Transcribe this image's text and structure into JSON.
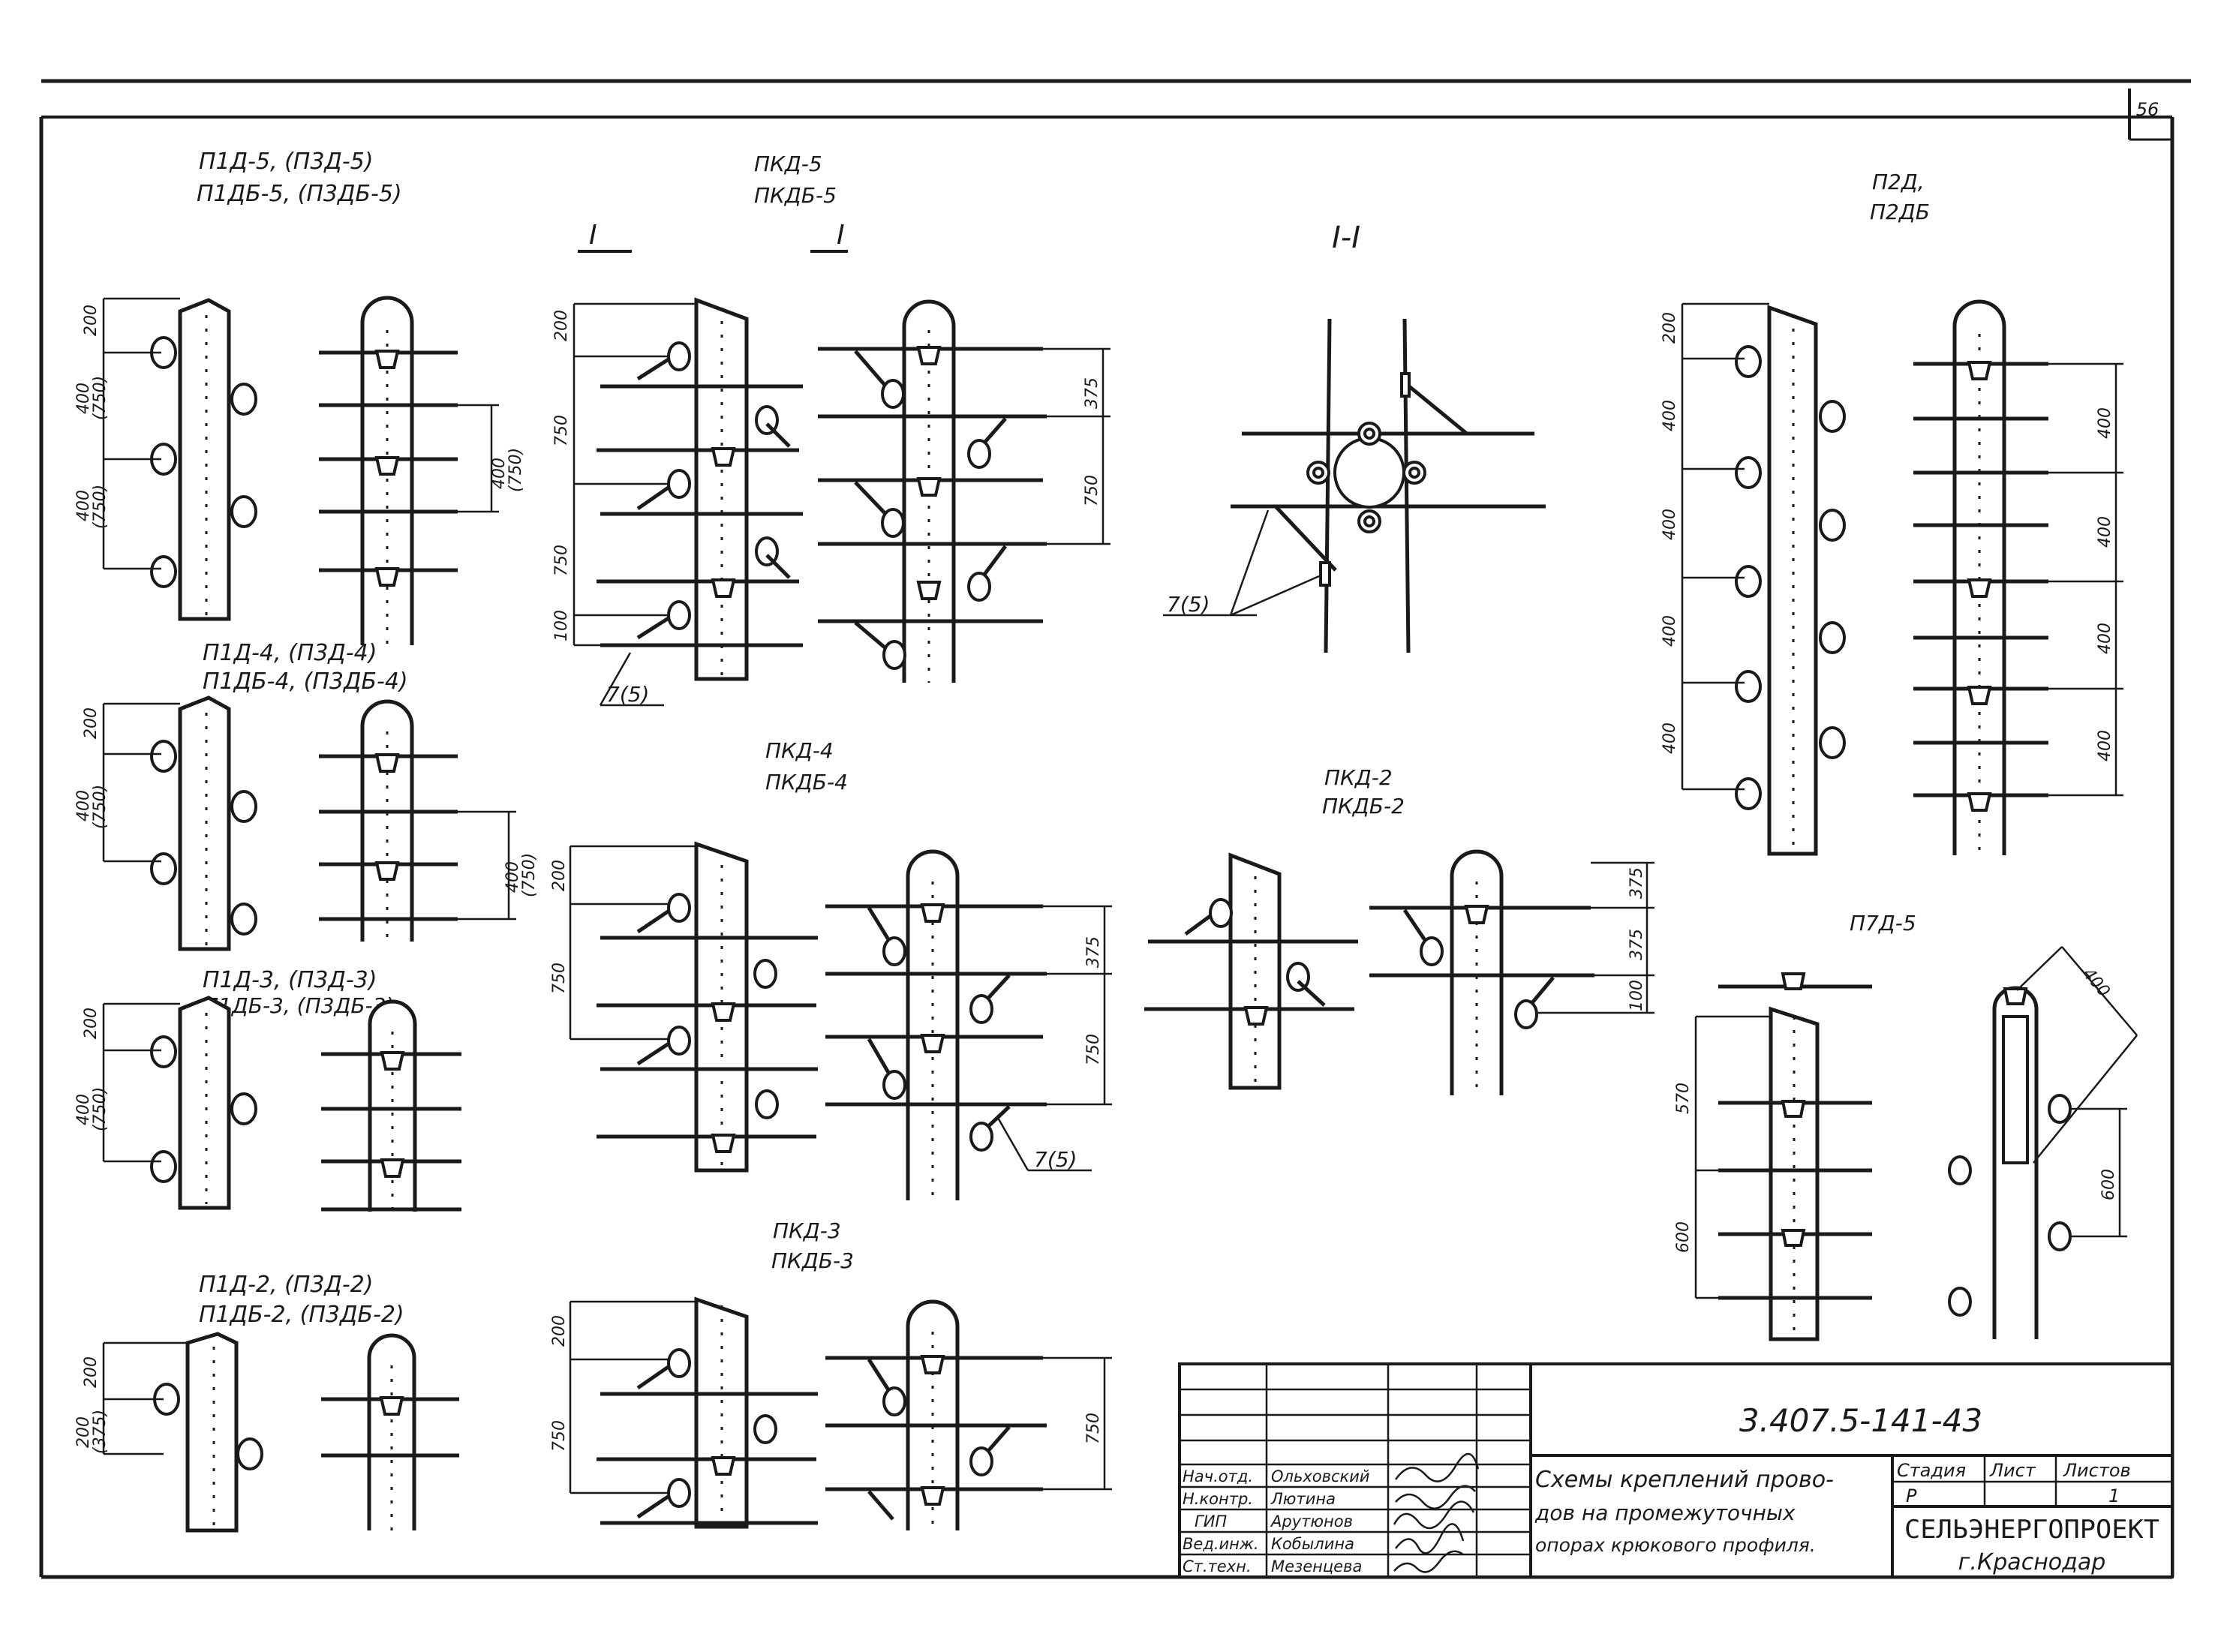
{
  "sheet_number": "56",
  "document_code": "3.407.5-141-43",
  "title_lines": [
    "Схемы креплений прово-",
    "дов на промежуточных",
    "опорах крюкового профиля."
  ],
  "organization": "СЕЛЬЭНЕРГОПРОЕКТ",
  "city": "г.Краснодар",
  "stage_block": {
    "headers": [
      "Стадия",
      "Лист",
      "Листов"
    ],
    "values": [
      "Р",
      "",
      "1"
    ]
  },
  "signatures": [
    {
      "role": "Нач.отд.",
      "name": "Ольховский"
    },
    {
      "role": "Н.контр.",
      "name": "Лютина"
    },
    {
      "role": "ГИП",
      "name": "Арутюнов"
    },
    {
      "role": "Вед.инж.",
      "name": "Кобылина"
    },
    {
      "role": "Ст.техн.",
      "name": "Мезенцева"
    }
  ],
  "labels": {
    "p1d5_a": "П1Д-5, (П3Д-5)",
    "p1d5_b": "П1ДБ-5, (П3ДБ-5)",
    "p1d4_a": "П1Д-4, (П3Д-4)",
    "p1d4_b": "П1ДБ-4, (П3ДБ-4)",
    "p1d3_a": "П1Д-3, (П3Д-3)",
    "p1d3_b": "П1ДБ-3, (П3ДБ-3)",
    "p1d2_a": "П1Д-2, (П3Д-2)",
    "p1d2_b": "П1ДБ-2, (П3ДБ-2)",
    "pkd5_a": "ПКД-5",
    "pkd5_b": "ПКДБ-5",
    "pkd4_a": "ПКД-4",
    "pkd4_b": "ПКДБ-4",
    "pkd3_a": "ПКД-3",
    "pkd3_b": "ПКДБ-3",
    "pkd2_a": "ПКД-2",
    "pkd2_b": "ПКДБ-2",
    "p2d_a": "П2Д,",
    "p2d_b": "П2ДБ",
    "p7d5": "П7Д-5",
    "section_left": "I",
    "section_right": "I",
    "section_title": "I-I",
    "callout": "7(5)"
  },
  "dimensions": {
    "d200": "200",
    "d400": "400",
    "d750p": "(750)",
    "d750": "750",
    "d375": "375",
    "d100": "100",
    "d400_750": "400",
    "d375p": "(375)",
    "d570": "570",
    "d600": "600"
  }
}
